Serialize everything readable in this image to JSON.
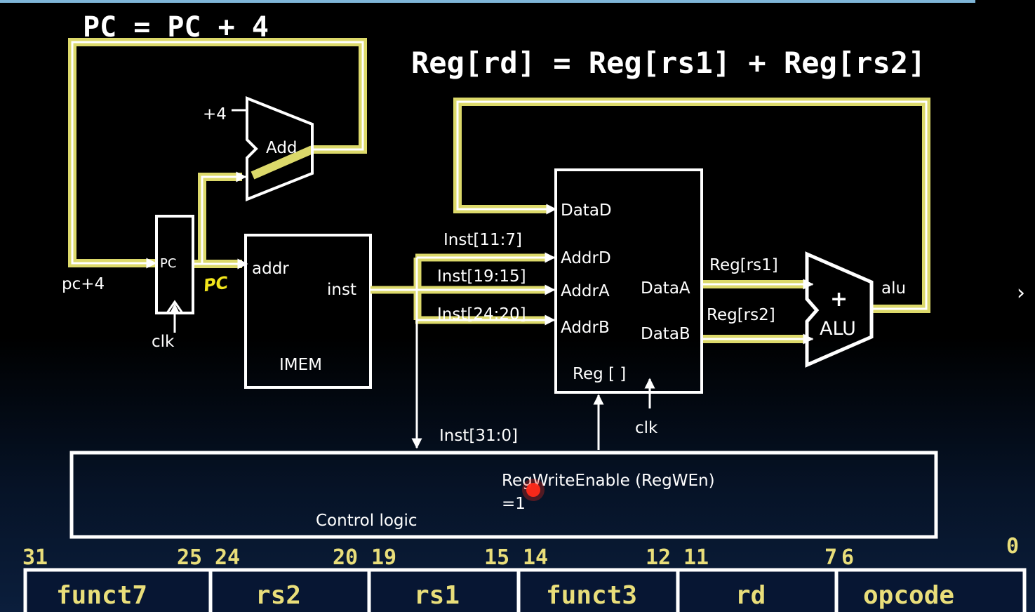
{
  "equations": {
    "pc_update": "PC = PC + 4",
    "reg_op": "Reg[rd] = Reg[rs1] + Reg[rs2]"
  },
  "adder": {
    "label": "Add",
    "input_const": "+4"
  },
  "pc": {
    "label": "PC",
    "input_label": "pc+4",
    "clk": "clk",
    "handwritten_note": "PC"
  },
  "imem": {
    "title": "IMEM",
    "port_in": "addr",
    "port_out": "inst"
  },
  "wires": {
    "rd_field": "Inst[11:7]",
    "rs1_field": "Inst[19:15]",
    "rs2_field": "Inst[24:20]",
    "full_inst": "Inst[31:0]"
  },
  "regfile": {
    "title": "Reg [ ]",
    "ports": [
      "DataD",
      "AddrD",
      "AddrA",
      "AddrB"
    ],
    "out_a": "DataA",
    "out_b": "DataB",
    "clk": "clk"
  },
  "alu": {
    "plus": "+",
    "label": "ALU",
    "in_a": "Reg[rs1]",
    "in_b": "Reg[rs2]",
    "out": "alu"
  },
  "control": {
    "title": "Control logic",
    "signal": "RegWriteEnable (RegWEn)",
    "value": "=1"
  },
  "format": {
    "bit_labels": [
      "31",
      "25",
      "24",
      "20",
      "19",
      "15",
      "14",
      "12",
      "11",
      "7",
      "6",
      "0"
    ],
    "fields": [
      "funct7",
      "rs2",
      "rs1",
      "funct3",
      "rd",
      "opcode"
    ]
  },
  "colors": {
    "highlight": "#dcd96a",
    "wire": "#ffffff",
    "field_text": "#e9de7a",
    "pointer": "#ff2a1a"
  },
  "nav": {
    "next_icon": "›"
  }
}
